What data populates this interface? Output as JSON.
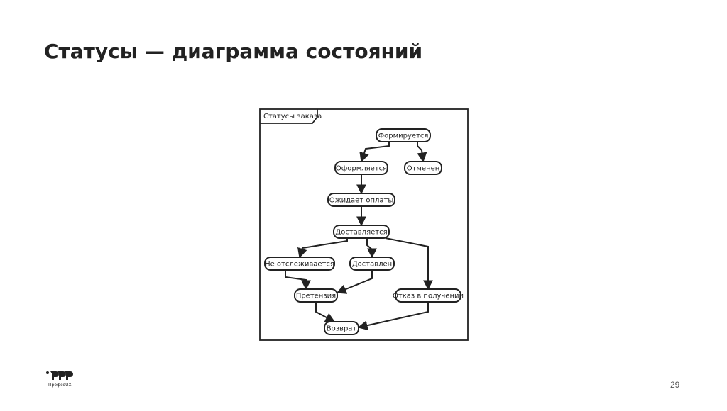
{
  "slide": {
    "title": "Статусы — диаграмма состояний",
    "page_number": "29",
    "logo_text": "ПрофсоUX"
  },
  "diagram": {
    "frame_label": "Статусы заказа",
    "states": [
      "Формируется",
      "Оформляется",
      "Отменен",
      "Ожидает оплаты",
      "Доставляется",
      "Не отслеживается",
      "Доставлен",
      "Претензия",
      "Отказ в получении",
      "Возврат"
    ],
    "transitions": [
      [
        "Формируется",
        "Оформляется"
      ],
      [
        "Формируется",
        "Отменен"
      ],
      [
        "Оформляется",
        "Ожидает оплаты"
      ],
      [
        "Ожидает оплаты",
        "Доставляется"
      ],
      [
        "Доставляется",
        "Не отслеживается"
      ],
      [
        "Доставляется",
        "Доставлен"
      ],
      [
        "Доставляется",
        "Отказ в получении"
      ],
      [
        "Не отслеживается",
        "Претензия"
      ],
      [
        "Доставлен",
        "Претензия"
      ],
      [
        "Претензия",
        "Возврат"
      ],
      [
        "Отказ в получении",
        "Возврат"
      ]
    ]
  },
  "colors": {
    "ink": "#222222",
    "background": "#ffffff"
  }
}
